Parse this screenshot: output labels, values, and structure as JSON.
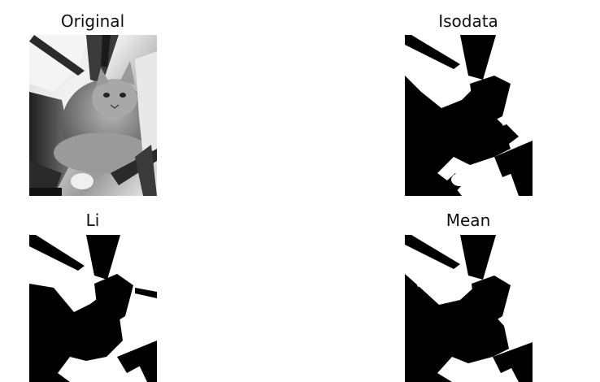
{
  "panels": [
    {
      "title": "Original"
    },
    {
      "title": "Isodata"
    },
    {
      "title": "Li"
    },
    {
      "title": "Mean"
    }
  ],
  "colors": {
    "background": "#ffffff",
    "title_text": "#111111",
    "black": "#000000",
    "white": "#ffffff"
  }
}
